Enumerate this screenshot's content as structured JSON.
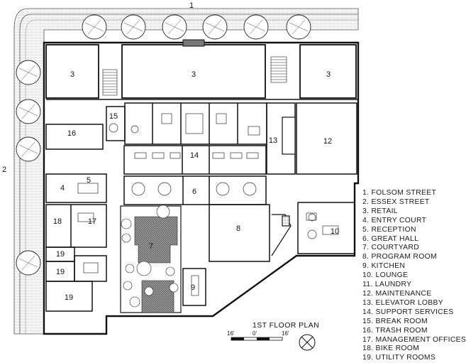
{
  "plan": {
    "street_labels": {
      "top": "1",
      "left": "2"
    },
    "room_numbers": [
      "3",
      "3",
      "3",
      "15",
      "16",
      "14",
      "13",
      "12",
      "4",
      "5",
      "6",
      "18",
      "17",
      "7",
      "8",
      "10",
      "19",
      "19",
      "19",
      "9"
    ],
    "title": "1ST FLOOR PLAN",
    "scale_labels": [
      "16'",
      "0'",
      "16'"
    ]
  },
  "legend": {
    "items": [
      "1. FOLSOM STREET",
      "2. ESSEX STREET",
      "3. RETAIL",
      "4. ENTRY COURT",
      "5. RECEPTION",
      "6. GREAT HALL",
      "7. COURTYARD",
      "8. PROGRAM ROOM",
      "9. KITCHEN",
      "10. LOUNGE",
      "11. LAUNDRY",
      "12. MAINTENANCE",
      "13. ELEVATOR LOBBY",
      "14. SUPPORT SERVICES",
      "15. BREAK ROOM",
      "16. TRASH ROOM",
      "17. MANAGEMENT OFFICES",
      "18. BIKE ROOM",
      "19. UTILITY ROOMS"
    ]
  }
}
